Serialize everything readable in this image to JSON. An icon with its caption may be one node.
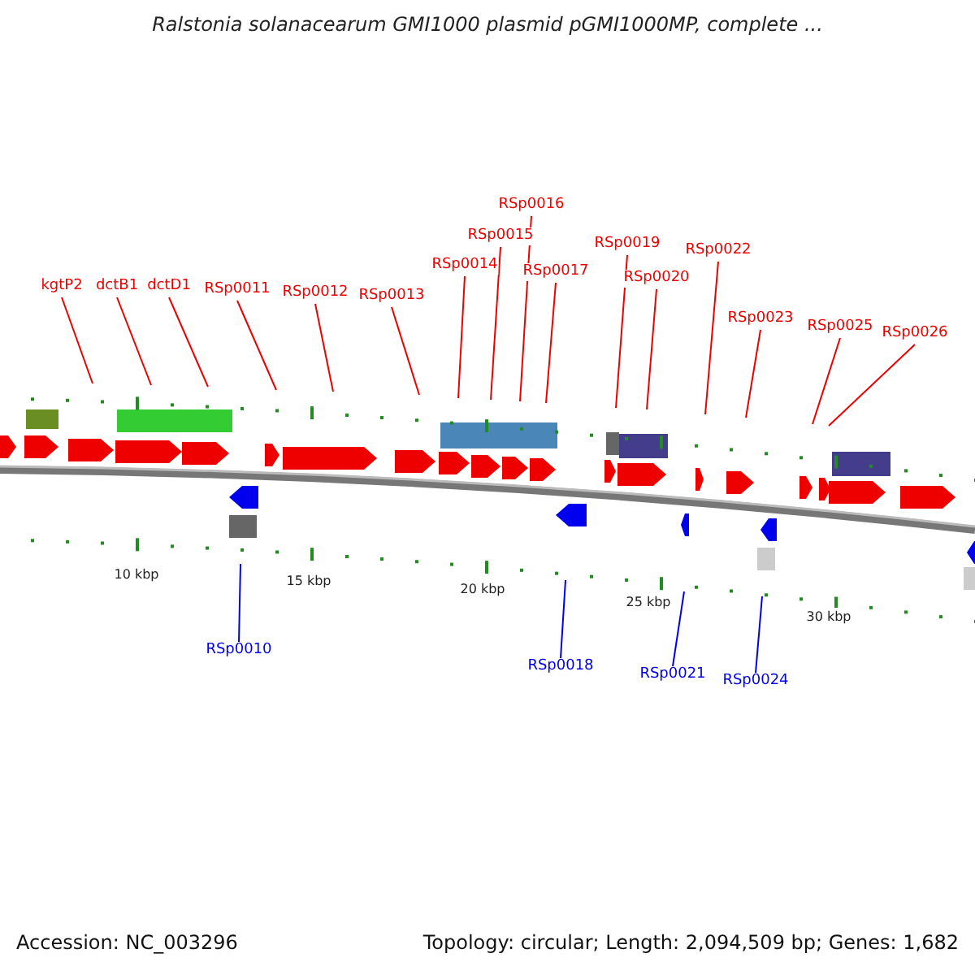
{
  "diagram": {
    "title": "Ralstonia solanacearum GMI1000 plasmid pGMI1000MP, complete ...",
    "nodes": [
      {
        "text": [
          "kgtP2"
        ]
      },
      {
        "text": [
          "dctB1"
        ]
      },
      {
        "text": [
          "dctD1"
        ]
      },
      {
        "text": [
          "RSp0011"
        ]
      },
      {
        "text": [
          "RSp0012"
        ]
      },
      {
        "text": [
          "RSp0013"
        ]
      },
      {
        "text": [
          "RSp0014"
        ]
      },
      {
        "text": [
          "RSp0015"
        ]
      },
      {
        "text": [
          "RSp0016"
        ]
      },
      {
        "text": [
          "RSp0017"
        ]
      },
      {
        "text": [
          "RSp0019"
        ]
      },
      {
        "text": [
          "RSp0020"
        ]
      },
      {
        "text": [
          "RSp0022"
        ]
      },
      {
        "text": [
          "RSp0023"
        ]
      },
      {
        "text": [
          "RSp0025"
        ]
      },
      {
        "text": [
          "RSp0026"
        ]
      },
      {
        "text": [
          "RSp0010"
        ]
      },
      {
        "text": [
          "RSp0018"
        ]
      },
      {
        "text": [
          "RSp0021"
        ]
      },
      {
        "text": [
          "RSp0024"
        ]
      }
    ],
    "edges": [
      {
        "from": 0,
        "to": null,
        "arrow": "none"
      },
      {
        "from": 1,
        "to": null,
        "arrow": "none"
      },
      {
        "from": 2,
        "to": null,
        "arrow": "none"
      },
      {
        "from": 3,
        "to": null,
        "arrow": "none"
      },
      {
        "from": 4,
        "to": null,
        "arrow": "none"
      },
      {
        "from": 5,
        "to": null,
        "arrow": "none"
      },
      {
        "from": 6,
        "to": null,
        "arrow": "none"
      },
      {
        "from": 7,
        "to": null,
        "arrow": "none"
      },
      {
        "from": 8,
        "to": null,
        "arrow": "none"
      },
      {
        "from": 9,
        "to": null,
        "arrow": "none"
      },
      {
        "from": 10,
        "to": null,
        "arrow": "none"
      },
      {
        "from": 11,
        "to": null,
        "arrow": "none"
      },
      {
        "from": 12,
        "to": null,
        "arrow": "none"
      },
      {
        "from": 13,
        "to": null,
        "arrow": "none"
      },
      {
        "from": 14,
        "to": null,
        "arrow": "none"
      },
      {
        "from": 15,
        "to": null,
        "arrow": "none"
      },
      {
        "from": 16,
        "to": null,
        "arrow": "none",
        "color": "#0000ee"
      },
      {
        "from": 17,
        "to": null,
        "arrow": "none",
        "color": "#0000ee"
      },
      {
        "from": 18,
        "to": null,
        "arrow": "none",
        "color": "#0000ee"
      },
      {
        "from": 19,
        "to": null,
        "arrow": "none",
        "color": "#0000ee"
      }
    ],
    "labels": [
      "10 kbp",
      "15 kbp",
      "20 kbp",
      "25 kbp",
      "30 kbp",
      "Accession: NC_003296",
      "Topology: circular; Length: 2,094,509 bp; Genes: 1,682"
    ]
  }
}
